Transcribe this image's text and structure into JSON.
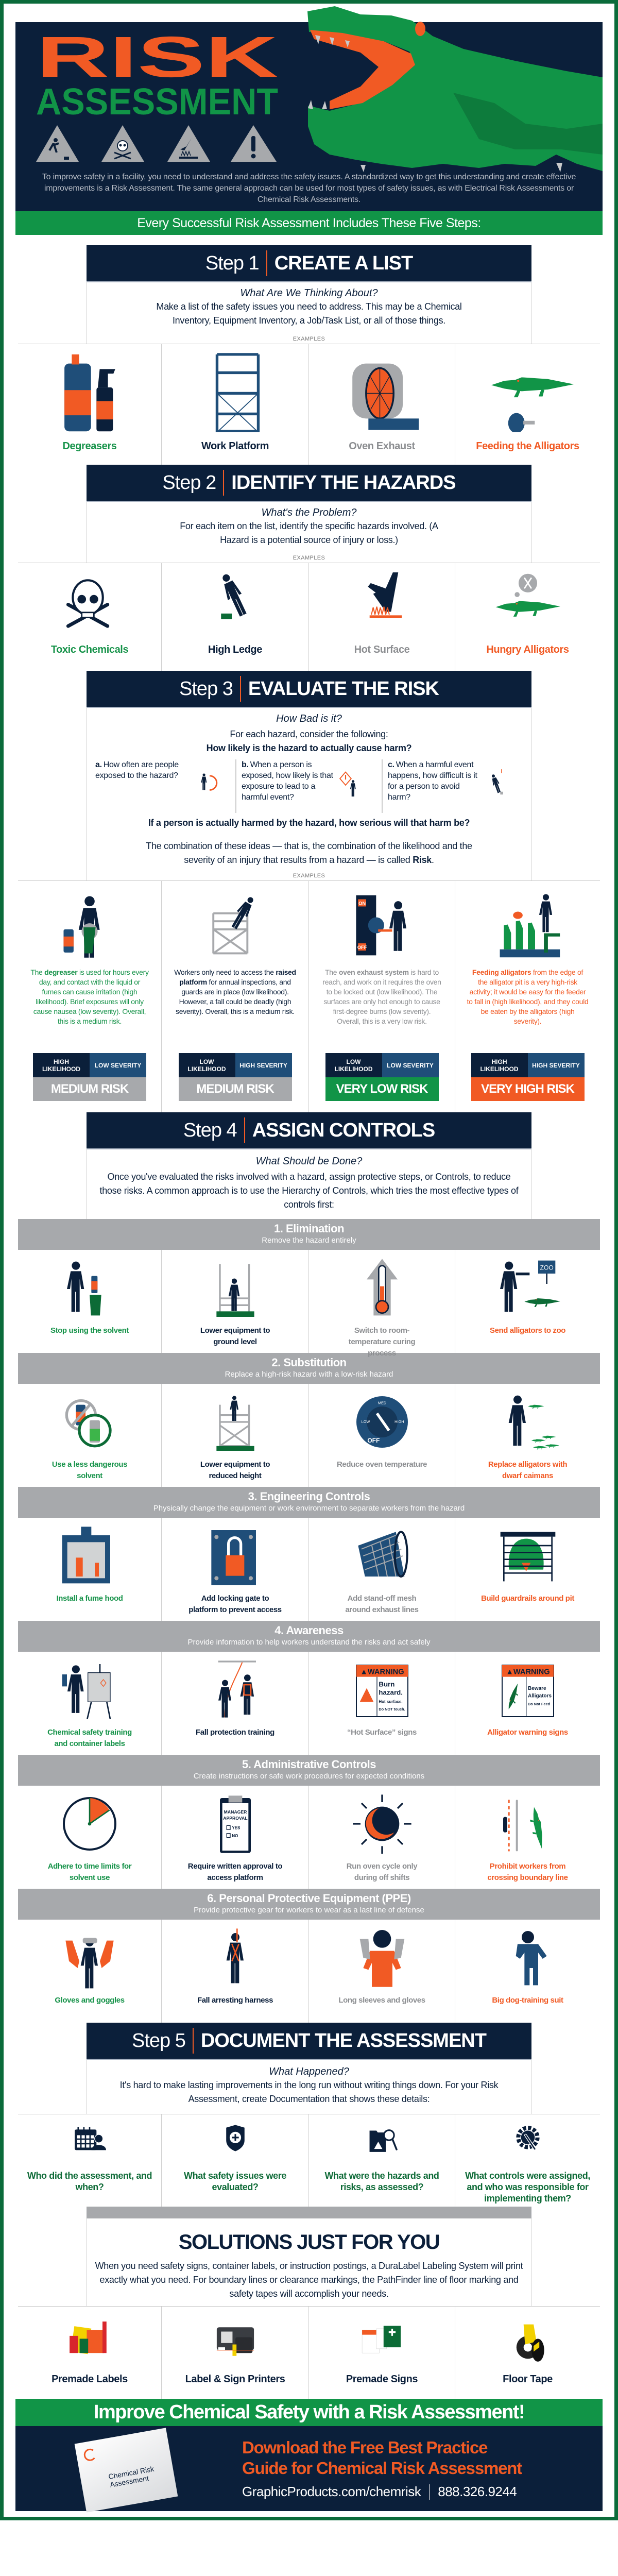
{
  "colors": {
    "navy": "#0b1f3a",
    "blue": "#1f4e79",
    "orange": "#f15a24",
    "green": "#119447",
    "dark_green": "#0c6b36",
    "gray": "#a7a9ac",
    "frame": "#0b6b3a",
    "columns": [
      "#17934a",
      "#0b1f3a",
      "#8c8e91",
      "#f15a24"
    ]
  },
  "hero": {
    "title_line1": "RISK",
    "title_line2": "ASSESSMENT",
    "hazard_signs": [
      "fall-hazard-icon",
      "poison-skull-icon",
      "hot-surface-icon",
      "exclamation-icon"
    ],
    "intro": "To improve safety in a facility, you need to understand and address the safety issues. A standardized way to get this understanding and create effective improvements is a Risk Assessment. The same general approach can be used for most types of safety issues, as with Electrical Risk Assessments or Chemical Risk Assessments.",
    "banner": "Every Successful Risk Assessment Includes These Five Steps:"
  },
  "icon_text": {
    "switch": [
      "ON",
      "OFF"
    ],
    "zoo": "ZOO",
    "dial": [
      "LOW",
      "MED",
      "HIGH",
      "OFF"
    ],
    "warning": "WARNING",
    "burn_sign": [
      "Burn",
      "hazard.",
      "Hot surface.",
      "Do NOT touch."
    ],
    "gator_sign": [
      "Beware",
      "Alligators",
      "Do Not Feed"
    ],
    "approval": [
      "MANAGER",
      "APPROVAL",
      "YES",
      "NO"
    ]
  },
  "step1": {
    "number": "Step 1",
    "title": "CREATE A LIST",
    "question": "What Are We Thinking About?",
    "body": "Make a list of the safety issues you need to address. This may be a Chemical Inventory, Equipment Inventory, a Job/Task List, or all of those things.",
    "examples_label": "EXAMPLES",
    "items": [
      {
        "label": "Degreasers",
        "icon": "degreaser-bottles-icon"
      },
      {
        "label": "Work Platform",
        "icon": "scaffold-icon"
      },
      {
        "label": "Oven Exhaust",
        "icon": "exhaust-fan-icon"
      },
      {
        "label": "Feeding the Alligators",
        "icon": "alligator-ham-icon"
      }
    ]
  },
  "step2": {
    "number": "Step 2",
    "title": "IDENTIFY THE HAZARDS",
    "question": "What's the Problem?",
    "body": "For each item on the list, identify the specific hazards involved. (A Hazard is a potential source of injury or loss.)",
    "examples_label": "EXAMPLES",
    "items": [
      {
        "label": "Toxic Chemicals",
        "icon": "skull-crossbones-icon"
      },
      {
        "label": "High Ledge",
        "icon": "falling-person-icon"
      },
      {
        "label": "Hot Surface",
        "icon": "hand-hot-surface-icon"
      },
      {
        "label": "Hungry Alligators",
        "icon": "hungry-alligator-icon"
      }
    ]
  },
  "step3": {
    "number": "Step 3",
    "title": "EVALUATE THE RISK",
    "question": "How Bad is it?",
    "prompt": "For each hazard, consider the following:",
    "likelihood_question": "How likely is the hazard to actually cause harm?",
    "factors": [
      {
        "letter": "a.",
        "text": "How often are people exposed to the hazard?",
        "icon": "clock-person-icon"
      },
      {
        "letter": "b.",
        "text": "When a person is exposed, how likely is that exposure to lead to a harmful event?",
        "icon": "hazard-person-icon"
      },
      {
        "letter": "c.",
        "text": "When a harmful event happens, how difficult is it for a person to avoid harm?",
        "icon": "falling-object-person-icon"
      }
    ],
    "severity_question": "If a person is actually harmed by the hazard, how serious will that harm be?",
    "combination_pre": "The combination of these ideas — that is, the combination of the likelihood and the severity of an injury that results from a hazard — is called ",
    "combination_bold": "Risk",
    "combination_post": ".",
    "examples_label": "EXAMPLES",
    "items": [
      {
        "icon": "worker-degreaser-icon",
        "pre": "The ",
        "bold": "degreaser",
        "post": " is used for hours every day, and contact with the liquid or fumes can cause irritation (high likelihood). Brief exposures will only cause nausea (low severity). Overall, this is a medium risk.",
        "likelihood": "HIGH LIKELIHOOD",
        "severity": "LOW SEVERITY",
        "risk": "MEDIUM RISK",
        "risk_color": "#a7a9ac"
      },
      {
        "icon": "falling-from-platform-icon",
        "pre": "Workers only need to access the ",
        "bold": "raised platform",
        "post": " for annual inspections, and guards are in place (low likelihood). However, a fall could be deadly (high severity). Overall, this is a medium risk.",
        "likelihood": "LOW LIKELIHOOD",
        "severity": "HIGH SEVERITY",
        "risk": "MEDIUM RISK",
        "risk_color": "#a7a9ac"
      },
      {
        "icon": "lockout-switch-icon",
        "pre": "The ",
        "bold": "oven exhaust system",
        "post": " is hard to reach, and work on it requires the oven to be locked out (low likelihood). The surfaces are only hot enough to cause first-degree burns (low severity). Overall, this is a very low risk.",
        "likelihood": "LOW LIKELIHOOD",
        "severity": "LOW SEVERITY",
        "risk": "VERY LOW RISK",
        "risk_color": "#119447"
      },
      {
        "icon": "alligator-pit-icon",
        "pre": "",
        "bold": "Feeding alligators",
        "post": " from the edge of the alligator pit is a very high-risk activity; it would be easy for the feeder to fall in (high likelihood), and they could be eaten by the alligators (high severity).",
        "likelihood": "HIGH LIKELIHOOD",
        "severity": "HIGH SEVERITY",
        "risk": "VERY HIGH RISK",
        "risk_color": "#f15a24"
      }
    ]
  },
  "step4": {
    "number": "Step 4",
    "title": "ASSIGN CONTROLS",
    "question": "What Should be Done?",
    "body": "Once you've evaluated the risks involved with a hazard, assign protective steps, or Controls, to reduce those risks. A common approach is to use the Hierarchy of Controls, which tries the most effective types of controls first:",
    "controls": [
      {
        "title": "1. Elimination",
        "description": "Remove the hazard entirely",
        "items": [
          {
            "label": "Stop using the solvent",
            "icon": "discard-bottle-icon"
          },
          {
            "label": "Lower equipment to ground level",
            "icon": "ground-platform-icon"
          },
          {
            "label": "Switch to room-temperature curing process",
            "icon": "thermometer-icon"
          },
          {
            "label": "Send alligators to zoo",
            "icon": "zoo-sign-icon"
          }
        ]
      },
      {
        "title": "2. Substitution",
        "description": "Replace a high-risk hazard with a low-risk hazard",
        "items": [
          {
            "label": "Use a less dangerous solvent",
            "icon": "safer-solvent-icon"
          },
          {
            "label": "Lower equipment to reduced height",
            "icon": "low-platform-icon"
          },
          {
            "label": "Reduce oven temperature",
            "icon": "temperature-dial-icon"
          },
          {
            "label": "Replace alligators with dwarf caimans",
            "icon": "dwarf-caimans-icon"
          }
        ]
      },
      {
        "title": "3. Engineering Controls",
        "description": "Physically change the equipment or work environment to separate workers from the hazard",
        "items": [
          {
            "label": "Install a fume hood",
            "icon": "fume-hood-icon"
          },
          {
            "label": "Add locking gate to platform to prevent access",
            "icon": "padlock-gate-icon"
          },
          {
            "label": "Add stand-off mesh around exhaust lines",
            "icon": "mesh-tube-icon"
          },
          {
            "label": "Build guardrails around pit",
            "icon": "guardrail-alligator-icon"
          }
        ]
      },
      {
        "title": "4. Awareness",
        "description": "Provide information to help workers understand the risks and act safely",
        "items": [
          {
            "label": "Chemical safety training and container labels",
            "icon": "training-easel-icon"
          },
          {
            "label": "Fall protection training",
            "icon": "harness-training-icon"
          },
          {
            "label": "“Hot Surface” signs",
            "icon": "burn-warning-sign-icon"
          },
          {
            "label": "Alligator warning signs",
            "icon": "alligator-warning-sign-icon"
          }
        ]
      },
      {
        "title": "5. Administrative Controls",
        "description": "Create instructions or safe work procedures for expected conditions",
        "items": [
          {
            "label": "Adhere to time limits for solvent use",
            "icon": "clock-icon"
          },
          {
            "label": "Require written approval to access platform",
            "icon": "approval-clipboard-icon"
          },
          {
            "label": "Run oven cycle only during off shifts",
            "icon": "sun-moon-icon"
          },
          {
            "label": "Prohibit workers from crossing boundary line",
            "icon": "boundary-line-icon"
          }
        ]
      },
      {
        "title": "6. Personal Protective Equipment (PPE)",
        "description": "Provide protective gear for workers to wear as a last line of defense",
        "items": [
          {
            "label": "Gloves and goggles",
            "icon": "gloves-goggles-icon"
          },
          {
            "label": "Fall arresting harness",
            "icon": "harness-icon"
          },
          {
            "label": "Long sleeves and gloves",
            "icon": "long-sleeves-icon"
          },
          {
            "label": "Big dog-training suit",
            "icon": "bite-suit-icon"
          }
        ]
      }
    ]
  },
  "step5": {
    "number": "Step 5",
    "title": "DOCUMENT THE ASSESSMENT",
    "question": "What Happened?",
    "body": "It's hard to make lasting improvements in the long run without writing things down. For your Risk Assessment, create Documentation that shows these details:",
    "items": [
      {
        "label": "Who did the assessment, and when?",
        "icon": "calendar-person-icon"
      },
      {
        "label": "What safety issues were evaluated?",
        "icon": "shield-plus-icon"
      },
      {
        "label": "What were the hazards and risks, as assessed?",
        "icon": "folder-search-icon"
      },
      {
        "label": "What controls were assigned, and who was responsible for implementing them?",
        "icon": "gear-wrench-icon"
      }
    ]
  },
  "solutions": {
    "title": "SOLUTIONS JUST FOR YOU",
    "body": "When you need safety signs, container labels, or instruction postings, a DuraLabel Labeling System will print exactly what you need. For boundary lines or clearance markings, the PathFinder line of floor marking and safety tapes will accomplish your needs.",
    "items": [
      {
        "label": "Premade Labels",
        "icon": "premade-labels-icon"
      },
      {
        "label": "Label & Sign Printers",
        "icon": "label-printer-icon"
      },
      {
        "label": "Premade Signs",
        "icon": "premade-signs-icon"
      },
      {
        "label": "Floor Tape",
        "icon": "floor-tape-icon"
      }
    ]
  },
  "footer": {
    "banner": "Improve Chemical Safety with a Risk Assessment!",
    "cta_line1": "Download the Free Best Practice",
    "cta_line2": "Guide for Chemical Risk Assessment",
    "url": "GraphicProducts.com/chemrisk",
    "phone": "888.326.9244",
    "guide_cover_title": "Chemical Risk Assessment"
  }
}
